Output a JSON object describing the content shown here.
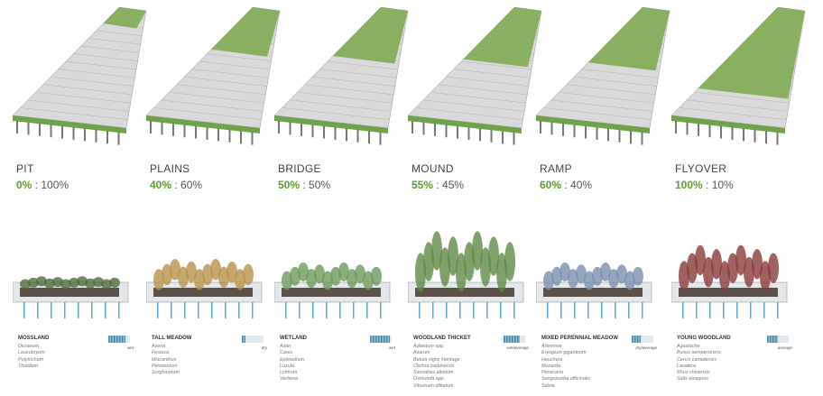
{
  "columns": [
    {
      "name": "PIT",
      "green": "0%",
      "rest": " : 100%",
      "section": "MOSSLAND",
      "moisture": "wet",
      "moisture_level": 0.8,
      "plants": [
        "Dicranum",
        "Leucobryum",
        "Polytrichum",
        "Thuidium"
      ]
    },
    {
      "name": "PLAINS",
      "green": "40%",
      "rest": " : 60%",
      "section": "TALL MEADOW",
      "moisture": "dry",
      "moisture_level": 0.15,
      "plants": [
        "Avena",
        "Festuca",
        "Miscanthus",
        "Pennisetum",
        "Sorghastrum"
      ]
    },
    {
      "name": "BRIDGE",
      "green": "50%",
      "rest": " : 50%",
      "section": "WETLAND",
      "moisture": "wet",
      "moisture_level": 0.9,
      "plants": [
        "Aster",
        "Carex",
        "Epimedium",
        "Luzula",
        "Lythrum",
        "Verbena"
      ]
    },
    {
      "name": "MOUND",
      "green": "55%",
      "rest": " : 45%",
      "section": "WOODLAND THICKET",
      "moisture": "wet/average",
      "moisture_level": 0.75,
      "plants": [
        "Adiantum spp.",
        "Asarum",
        "Betula nigra 'Heritage'",
        "Clethra barbinervis",
        "Sassafras albidum",
        "Osmunda spp.",
        "Viburnum dilitatum"
      ]
    },
    {
      "name": "RAMP",
      "green": "60%",
      "rest": " : 40%",
      "section": "MIXED PERENNIAL MEADOW",
      "moisture": "dry/average",
      "moisture_level": 0.4,
      "plants": [
        "Artemisia",
        "Eryngium giganteum",
        "Heuchera",
        "Monarda",
        "Persicaria",
        "Sanguisorba officinalis",
        "Salvia"
      ]
    },
    {
      "name": "FLYOVER",
      "green": "100%",
      "rest": " : 10%",
      "section": "YOUNG WOODLAND",
      "moisture": "average",
      "moisture_level": 0.5,
      "plants": [
        "Agastache",
        "Buxus sempervirens",
        "Cercis canadensis",
        "Lavatera",
        "Rhus chinensis",
        "Salix eleagnos"
      ]
    }
  ],
  "colors": {
    "green": "#5aa02c",
    "water": "#4e8fae"
  }
}
